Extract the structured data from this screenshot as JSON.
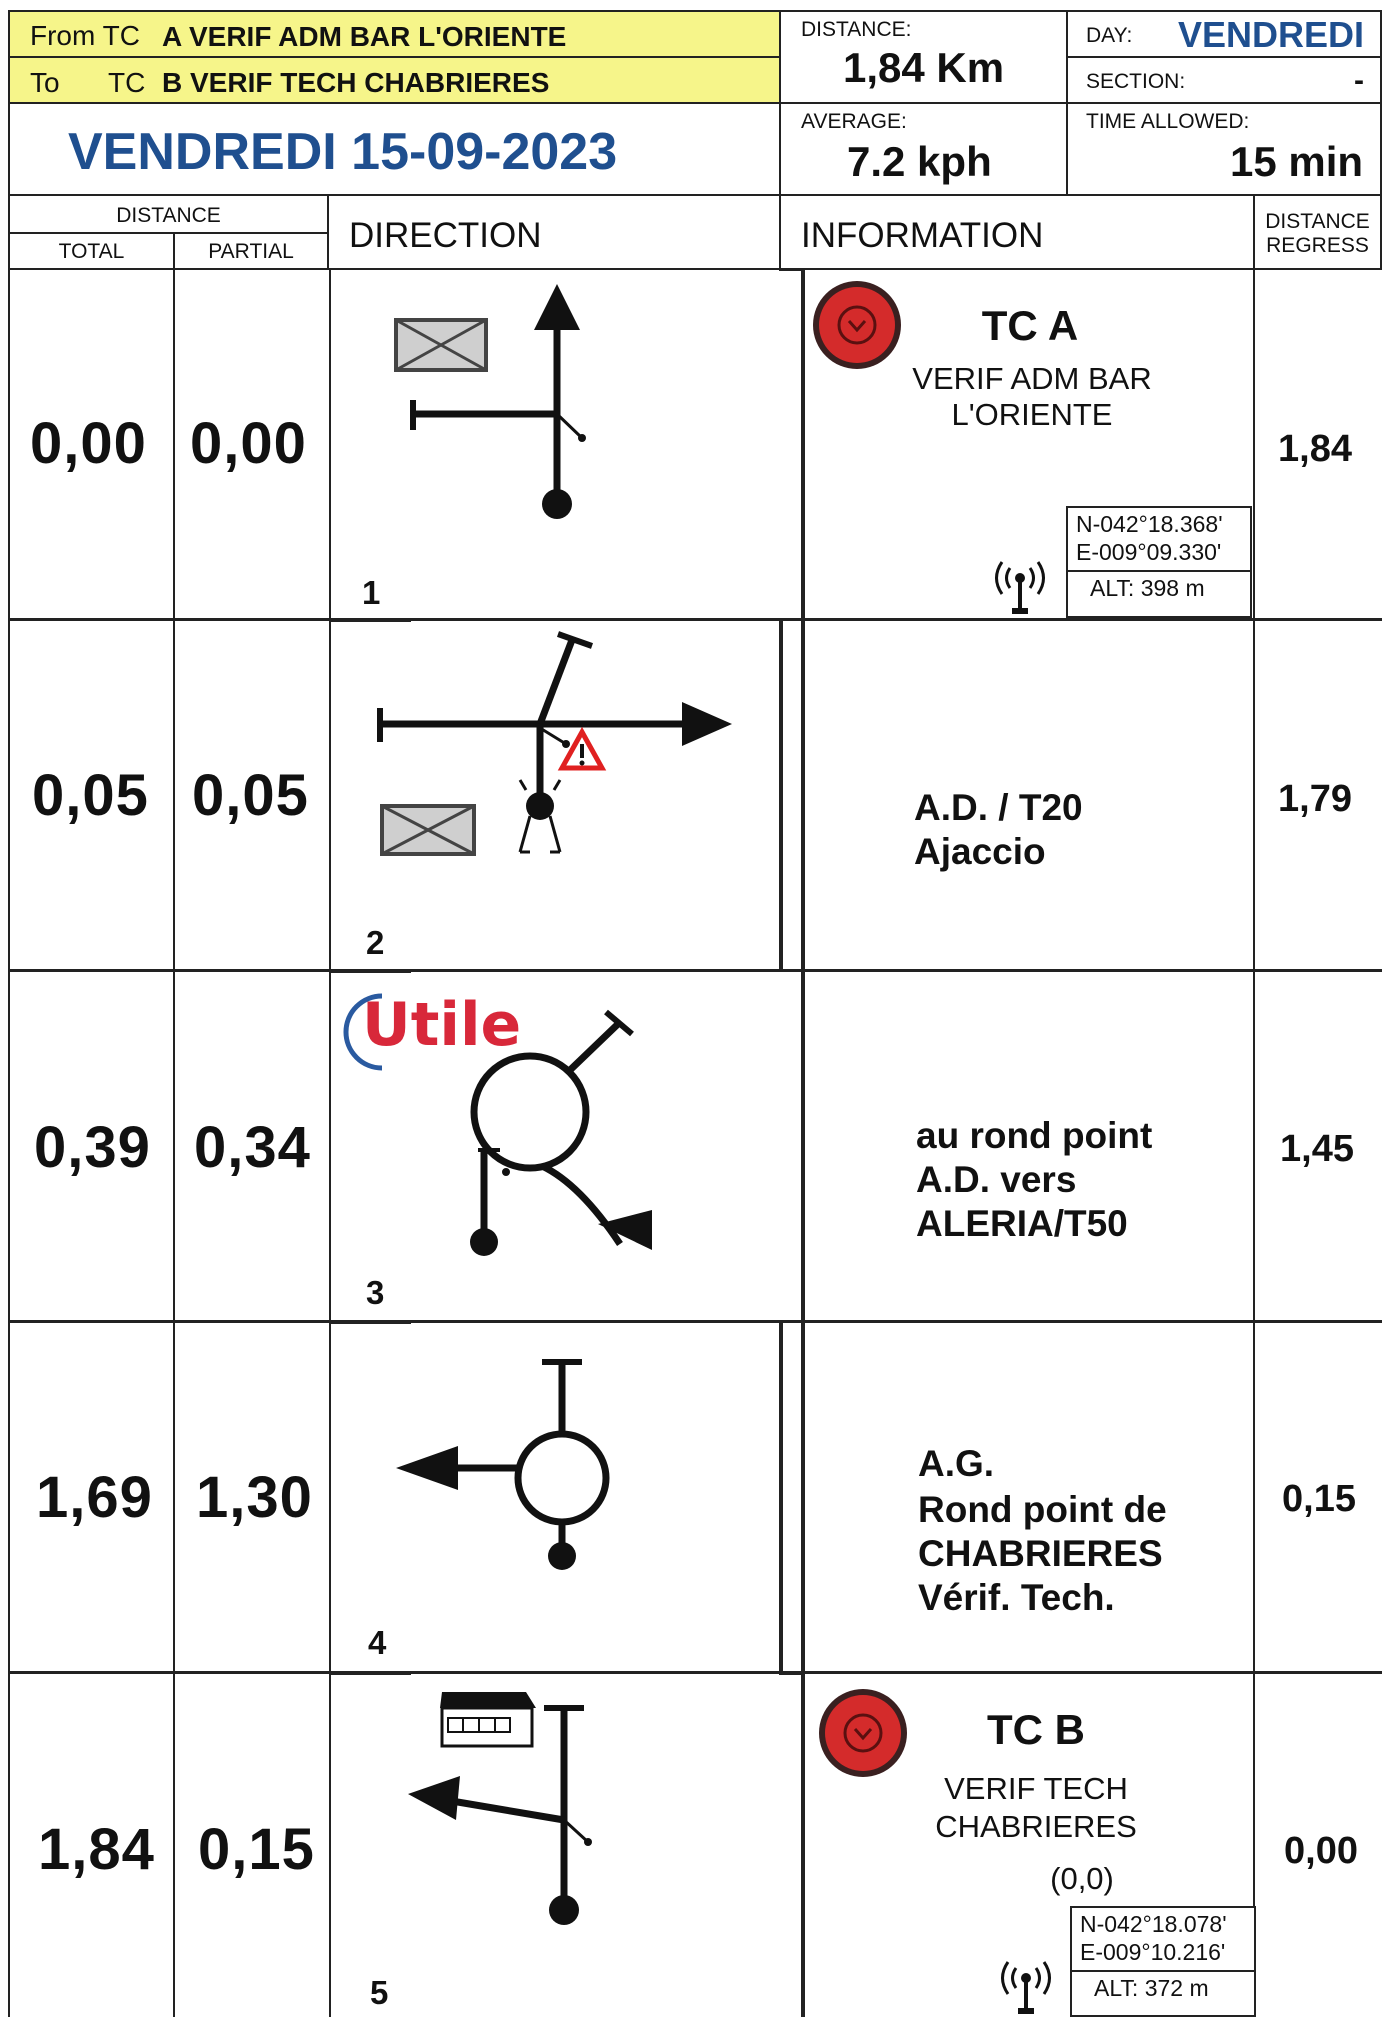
{
  "header": {
    "from_prefix": "From TC",
    "from_label": "A VERIF ADM BAR L'ORIENTE",
    "to_prefix": "To",
    "to_tc": "TC",
    "to_label": "B VERIF TECH CHABRIERES",
    "date_title": "VENDREDI 15-09-2023",
    "distance_caption": "DISTANCE:",
    "distance_value": "1,84 Km",
    "average_caption": "AVERAGE:",
    "average_value": "7.2 kph",
    "day_caption": "DAY:",
    "day_value": "VENDREDI",
    "section_caption": "SECTION:",
    "section_value": "-",
    "time_caption": "TIME ALLOWED:",
    "time_value": "15 min"
  },
  "columns": {
    "distance": "DISTANCE",
    "total": "TOTAL",
    "partial": "PARTIAL",
    "direction": "DIRECTION",
    "information": "INFORMATION",
    "regress_line1": "DISTANCE",
    "regress_line2": "REGRESS"
  },
  "watermark": "Utile",
  "rows": [
    {
      "step": "1",
      "total": "0,00",
      "partial": "0,00",
      "regress": "1,84",
      "tc_title": "TC A",
      "tc_sub1": "VERIF ADM BAR",
      "tc_sub2": "L'ORIENTE",
      "coord_n": "N-042°18.368'",
      "coord_e": "E-009°09.330'",
      "alt": "ALT: 398  m"
    },
    {
      "step": "2",
      "total": "0,05",
      "partial": "0,05",
      "regress": "1,79",
      "info_line1": "A.D. / T20",
      "info_line2": "Ajaccio"
    },
    {
      "step": "3",
      "total": "0,39",
      "partial": "0,34",
      "regress": "1,45",
      "info_line1": "au rond point",
      "info_line2": "A.D. vers",
      "info_line3": "ALERIA/T50"
    },
    {
      "step": "4",
      "total": "1,69",
      "partial": "1,30",
      "regress": "0,15",
      "info_line1": "A.G.",
      "info_line2": "Rond point de",
      "info_line3": "CHABRIERES",
      "info_line4": "Vérif. Tech."
    },
    {
      "step": "5",
      "total": "1,84",
      "partial": "0,15",
      "regress": "0,00",
      "tc_title": "TC B",
      "tc_sub1": "VERIF TECH",
      "tc_sub2": "CHABRIERES",
      "tc_extra": "(0,0)",
      "coord_n": "N-042°18.078'",
      "coord_e": "E-009°10.216'",
      "alt": "ALT: 372  m"
    }
  ],
  "colors": {
    "yellow": "#f6f58a",
    "title_blue": "#1f4f8f",
    "stop_red": "#d42b2b",
    "warning_red": "#e02020",
    "utile_red": "#d8283a",
    "utile_blue": "#2a5aa0"
  }
}
